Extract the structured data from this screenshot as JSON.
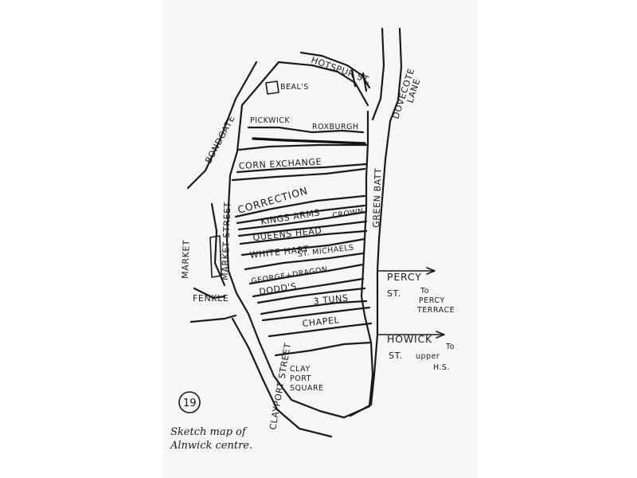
{
  "streets": {
    "hotspur": "HOTSPUR ST.",
    "dovecote": "DOVECOTE",
    "dovecote_lane": "LANE",
    "bondgate": "BONDGATE",
    "green_batt": "GREEN BATT",
    "market_street": "MARKET STREET",
    "market": "MARKET",
    "fenkle": "FENKLE",
    "clayport_street": "CLAYPORT STREET",
    "percy": "PERCY",
    "percy_st": "ST.",
    "to_percy_1": "To",
    "to_percy_2": "PERCY",
    "to_percy_3": "TERRACE",
    "howick": "HOWICK",
    "howick_st": "ST.",
    "to_upper_1": "To",
    "to_upper_2": "upper",
    "to_upper_3": "H.S."
  },
  "buildings": {
    "beals": "BEAL'S",
    "pickwick": "PICKWICK",
    "roxburgh": "ROXBURGH",
    "corn_exchange": "CORN EXCHANGE",
    "correction": "CORRECTION",
    "kings_arms": "KINGS ARMS",
    "crown": "CROWN",
    "queens_head": "QUEENS HEAD",
    "white_hart": "WHITE HART",
    "st_michaels": "ST. MICHAELS",
    "george_dragon": "GEORGE+DRAGON",
    "dodds": "DODD'S",
    "three_tuns": "3 TUNS",
    "chapel": "CHAPEL",
    "clayport_square_1": "CLAY",
    "clayport_square_2": "PORT",
    "clayport_square_3": "SQUARE"
  },
  "figure": {
    "number": "19",
    "caption_line1": "Sketch map of",
    "caption_line2": "Alnwick centre."
  }
}
